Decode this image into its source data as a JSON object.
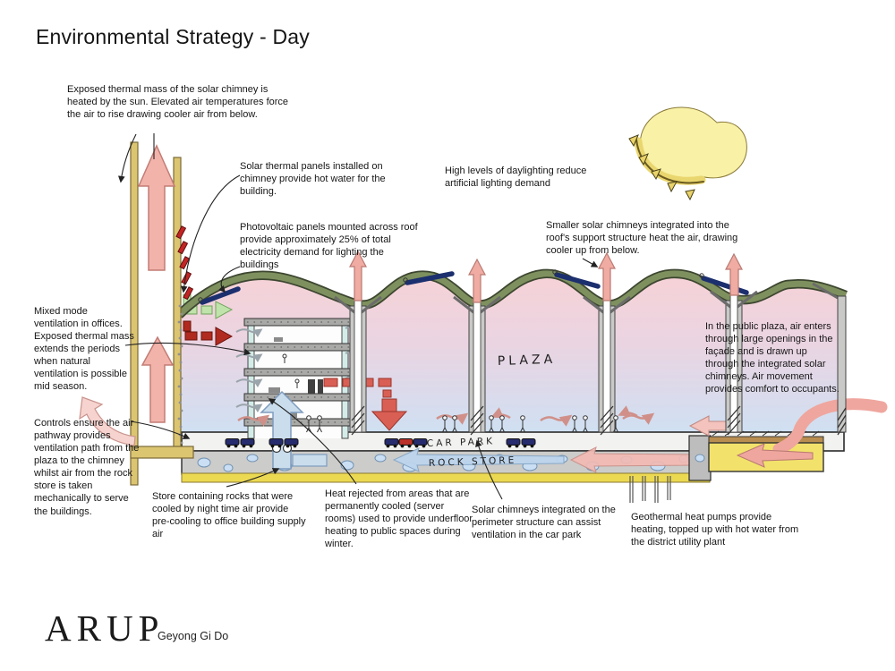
{
  "title": "Environmental Strategy - Day",
  "footer": {
    "logo": "ARUP",
    "location": "Geyong Gi Do"
  },
  "diagram_labels": {
    "plaza": "PLAZA",
    "car_park": "CAR PARK",
    "rock_store": "ROCK STORE"
  },
  "annotations": {
    "exposed_thermal": "Exposed thermal mass of the solar chimney is heated by the sun. Elevated air temperatures force the air to rise drawing cooler air from below.",
    "solar_thermal": "Solar thermal panels installed on chimney provide hot water for the building.",
    "photovoltaic": "Photovoltaic panels mounted across roof provide approximately 25% of total electricity demand for lighting the buildings",
    "daylighting": "High levels of daylighting reduce artificial lighting demand",
    "smaller_chimneys": "Smaller solar chimneys integrated into the roof's support structure heat the air, drawing cooler up from below.",
    "mixed_mode": "Mixed mode ventilation in offices. Exposed thermal mass extends the periods when natural ventilation is possible mid season.",
    "controls": "Controls ensure the air pathway provides ventilation path from the plaza to the chimney whilst air from the rock store is taken mechanically to serve the buildings.",
    "rock_store_note": "Store containing rocks that were cooled by night time air provide pre-cooling to office building supply air",
    "heat_rejected": "Heat rejected from areas that are permanently cooled (server rooms) used to provide underfloor heating to public spaces during winter.",
    "perimeter_chimneys": "Solar chimneys integrated on the perimeter structure can assist ventilation in the car park",
    "geothermal": "Geothermal heat pumps provide heating, topped up with hot water from the district utility plant",
    "public_plaza": "In the public plaza, air enters through large openings in the façade and is drawn up through the integrated solar chimneys. Air movement provides comfort to occupants."
  },
  "colors": {
    "warm_air_pink": "#f2b3ab",
    "cool_air_blue": "#cadded",
    "roof_green": "#7e905e",
    "pv_navy": "#1c2f6e",
    "solar_thermal_red": "#c32424",
    "chimney_tan": "#dcc571",
    "ground_yellow": "#f2e26b",
    "sun_yellow": "#f8f1a6",
    "heat_red": "#d95f55",
    "fresh_air_green": "#bfe3ab"
  }
}
